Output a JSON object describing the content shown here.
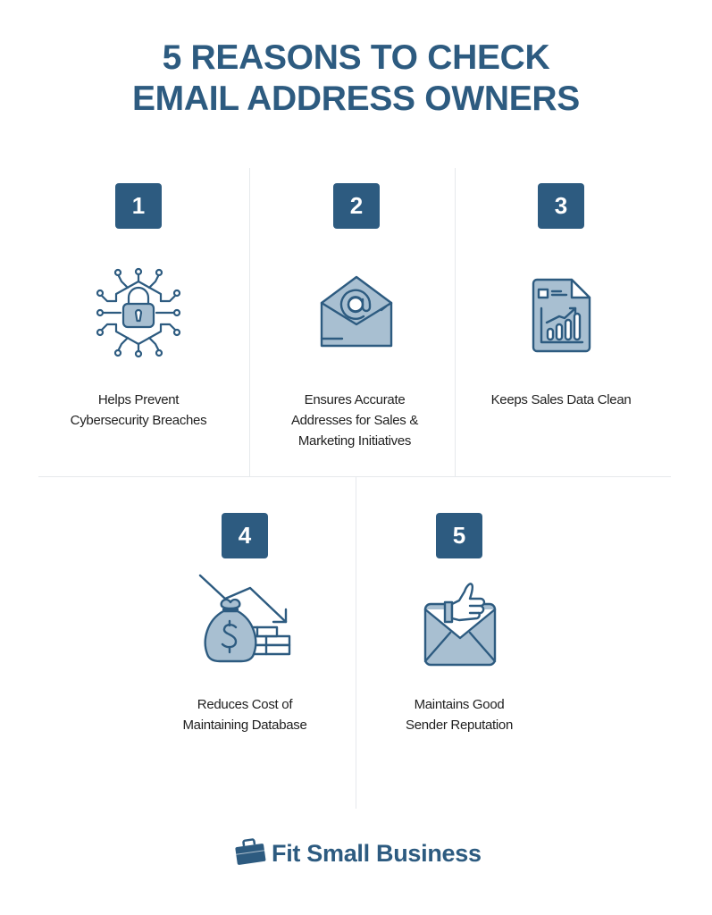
{
  "title": {
    "line1": "5 REASONS TO CHECK",
    "line2": "EMAIL ADDRESS OWNERS"
  },
  "colors": {
    "primary": "#2d5b80",
    "icon_fill": "#a8bfd1",
    "divider": "#e6e9ec",
    "text": "#1f1f1f"
  },
  "reasons": [
    {
      "number": "1",
      "icon": "cybersecurity-lock-icon",
      "label_lines": [
        "Helps Prevent",
        "Cybersecurity Breaches"
      ]
    },
    {
      "number": "2",
      "icon": "email-at-envelope-icon",
      "label_lines": [
        "Ensures Accurate",
        "Addresses for Sales &",
        "Marketing Initiatives"
      ]
    },
    {
      "number": "3",
      "icon": "sales-report-document-icon",
      "label_lines": [
        "Keeps Sales Data Clean"
      ]
    },
    {
      "number": "4",
      "icon": "money-bag-cost-down-icon",
      "label_lines": [
        "Reduces Cost of",
        "Maintaining Database"
      ]
    },
    {
      "number": "5",
      "icon": "thumbs-up-envelope-icon",
      "label_lines": [
        "Maintains Good",
        "Sender Reputation"
      ]
    }
  ],
  "footer": {
    "logo_icon": "briefcase-icon",
    "brand": "Fit Small Business"
  }
}
